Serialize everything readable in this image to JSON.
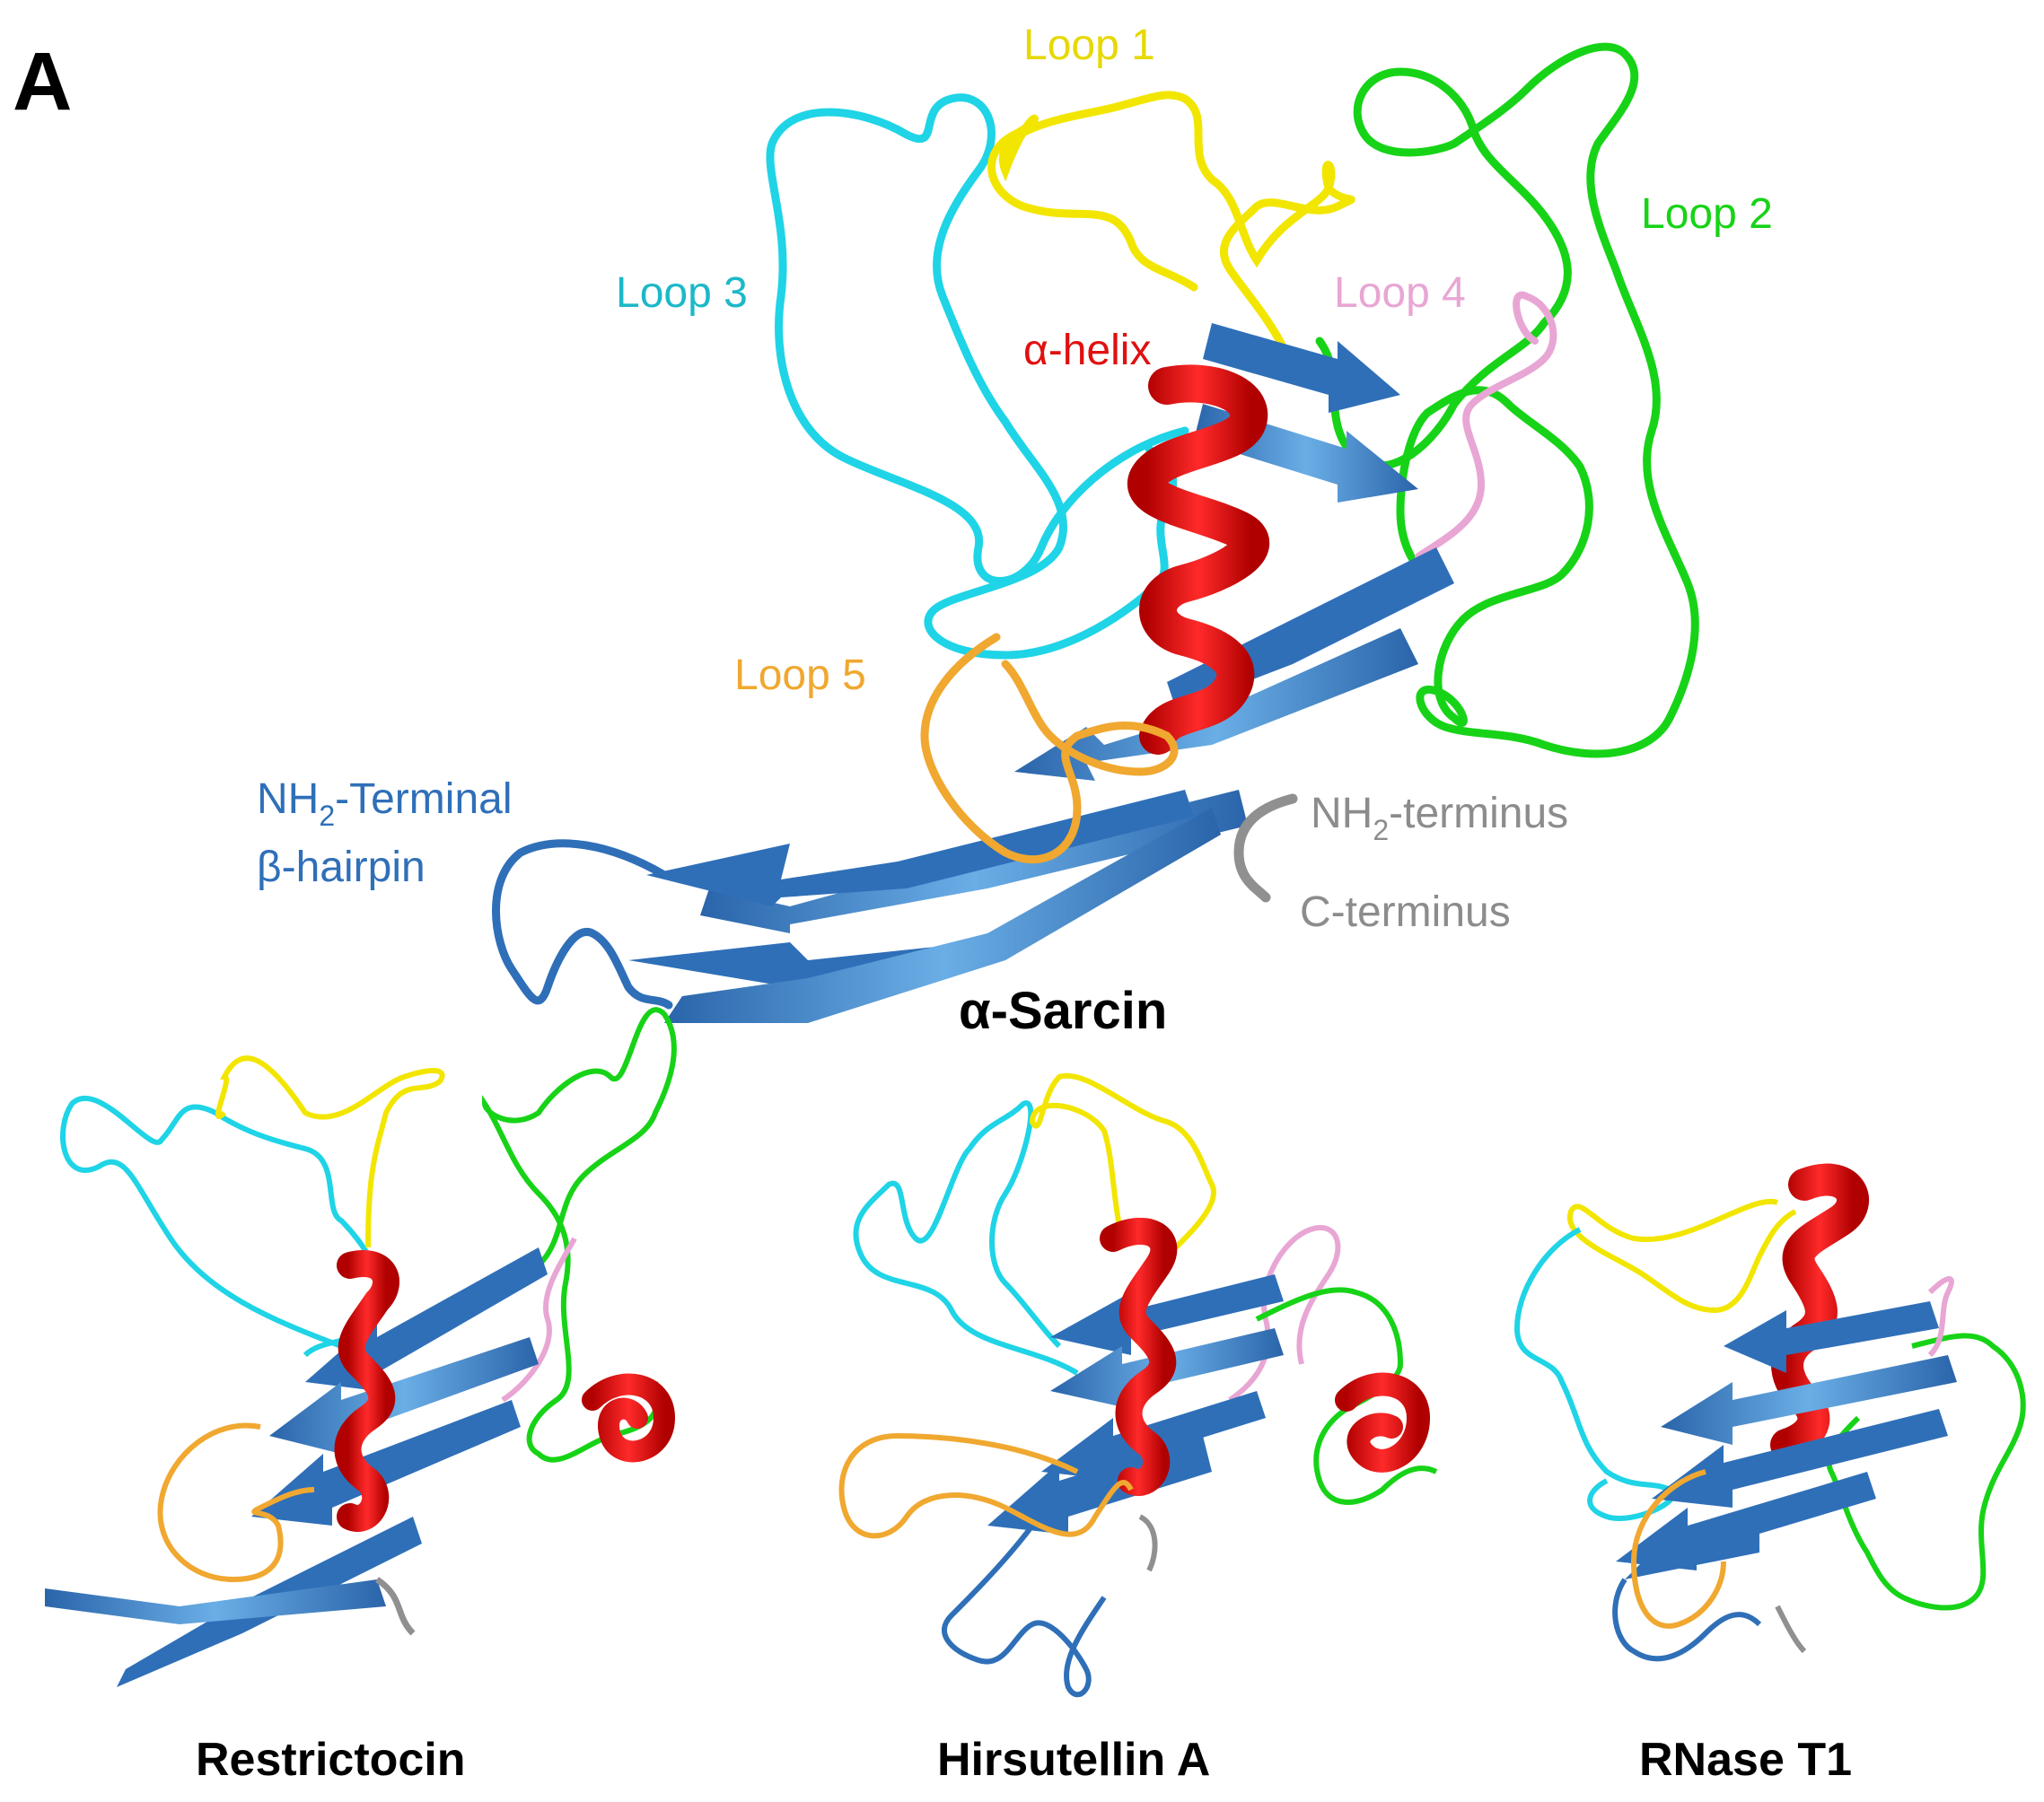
{
  "panel_letter": "A",
  "main_structure": {
    "name": "α-Sarcin",
    "labels": {
      "loop1": "Loop 1",
      "loop2": "Loop 2",
      "loop3": "Loop 3",
      "loop4": "Loop 4",
      "loop5": "Loop 5",
      "helix": "α-helix",
      "nterm_hairpin_line1_pre": "NH",
      "nterm_hairpin_line1_sub": "2",
      "nterm_hairpin_line1_post": "-Terminal",
      "nterm_hairpin_line2": "β-hairpin",
      "nterminus_pre": "NH",
      "nterminus_sub": "2",
      "nterminus_post": "-terminus",
      "cterminus": "C-terminus"
    }
  },
  "small_structures": [
    {
      "name": "Restrictocin"
    },
    {
      "name": "Hirsutellin A"
    },
    {
      "name": "RNase T1"
    }
  ],
  "colors": {
    "loop1": "#f2e600",
    "loop2": "#17d317",
    "loop3": "#1fd4e6",
    "loop4": "#e8a6d4",
    "loop5": "#f0a830",
    "helix": "#e01010",
    "strand": "#2f6fb8",
    "strand_light": "#8ec8f2",
    "terminus": "#909090"
  }
}
